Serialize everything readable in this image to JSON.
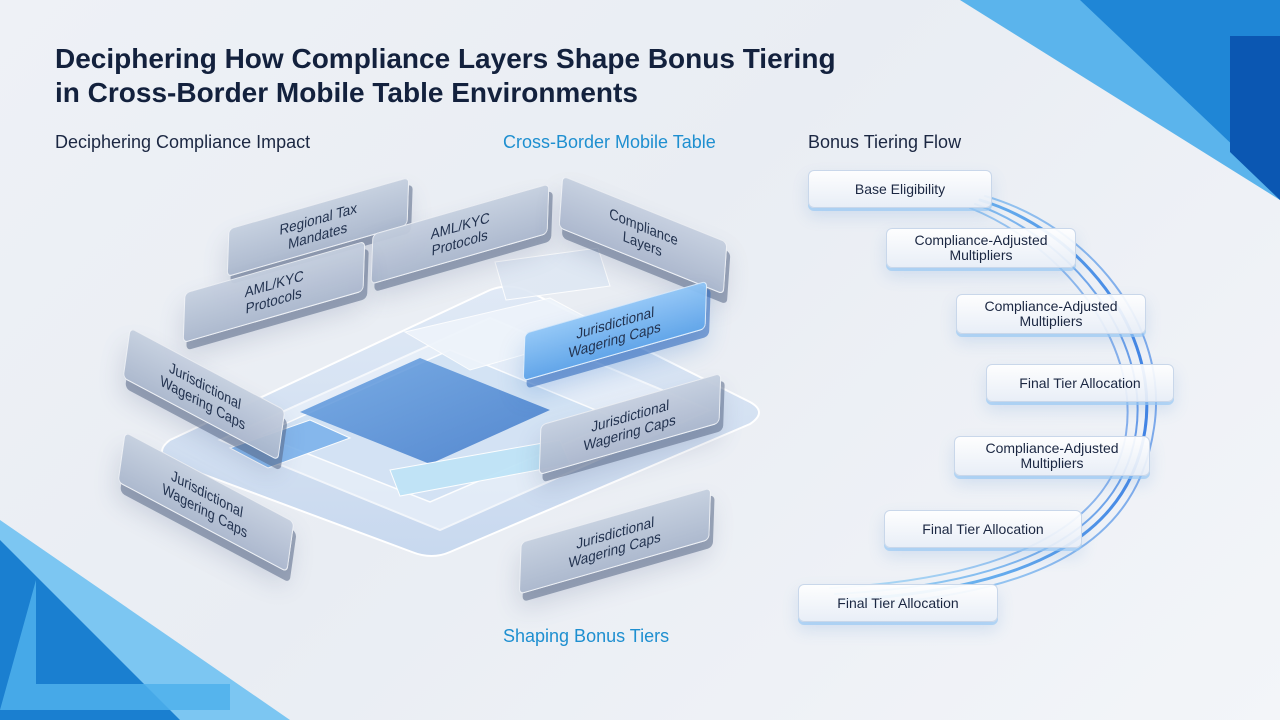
{
  "title": {
    "line1": "Deciphering How Compliance Layers Shape Bonus Tiering",
    "line2": "in Cross-Border Mobile Table Environments"
  },
  "labels": {
    "compliance_impact": "Deciphering Compliance Impact",
    "mobile_table": "Cross-Border Mobile Table",
    "flow_heading": "Bonus Tiering Flow",
    "shaping": "Shaping Bonus Tiers"
  },
  "cards": {
    "regional_tax": "Regional Tax\nMandates",
    "aml_kyc_top": "AML/KYC\nProtocols",
    "compliance_layers": "Compliance\nLayers",
    "aml_kyc_left": "AML/KYC\nProtocols",
    "wagering_blue": "Jurisdictional\nWagering Caps",
    "wagering_left": "Jurisdictional\nWagering Caps",
    "wagering_mid": "Jurisdictional\nWagering Caps",
    "wagering_bottom_left": "Jurisdictional\nWagering Caps",
    "wagering_bottom": "Jurisdictional\nWagering Caps"
  },
  "flow": [
    "Base Eligibility",
    "Compliance-Adjusted\nMultipliers",
    "Compliance-Adjusted\nMultipliers",
    "Final Tier Allocation",
    "Compliance-Adjusted\nMultipliers",
    "Final Tier Allocation",
    "Final Tier Allocation"
  ],
  "colors": {
    "accent": "#1e8fd0",
    "title": "#13213d",
    "corner_dark": "#0b5db8",
    "corner_light": "#3aa4e6"
  }
}
